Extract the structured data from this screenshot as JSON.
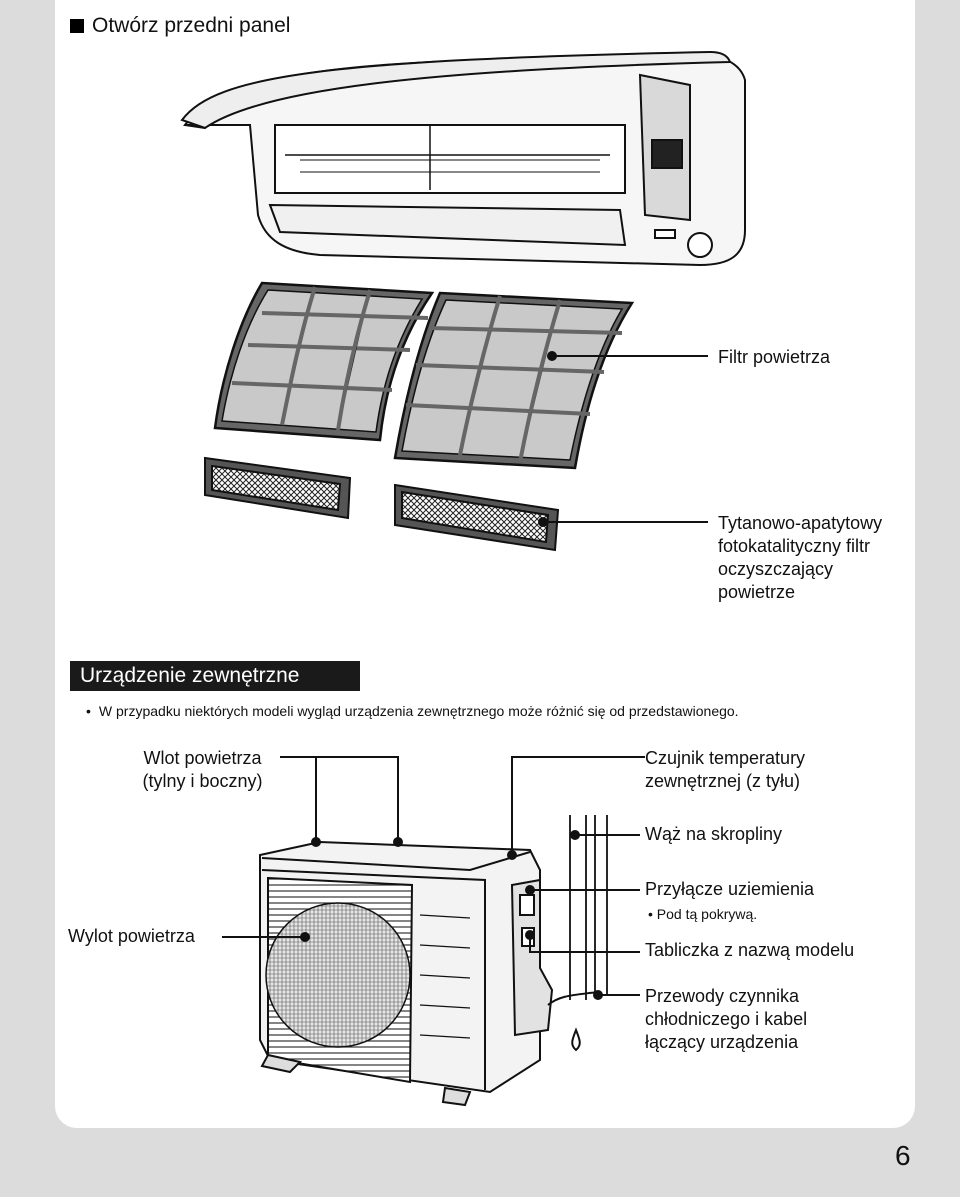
{
  "heading": {
    "title": "Otwórz przedni panel"
  },
  "indoor_labels": {
    "air_filter": "Filtr powietrza",
    "titanium_filter": [
      "Tytanowo-apatytowy",
      "fotokatalityczny filtr",
      "oczyszczający",
      "powietrze"
    ]
  },
  "outdoor_section": {
    "title": "Urządzenie zewnętrzne",
    "note": "W przypadku niektórych modeli wygląd urządzenia zewnętrznego może różnić się od przedstawionego.",
    "labels": {
      "air_inlet": [
        "Wlot powietrza",
        "(tylny i boczny)"
      ],
      "temp_sensor": [
        "Czujnik temperatury",
        "zewnętrznej (z tyłu)"
      ],
      "drain_hose": "Wąż na skropliny",
      "ground_terminal": "Przyłącze uziemienia",
      "ground_note": "Pod tą pokrywą.",
      "air_outlet": "Wylot powietrza",
      "model_plate": "Tabliczka z nazwą modelu",
      "refrigerant": [
        "Przewody czynnika",
        "chłodniczego i kabel",
        "łączący urządzenia"
      ]
    }
  },
  "page_number": "6",
  "icons": {
    "bullet": "black-square-icon"
  }
}
